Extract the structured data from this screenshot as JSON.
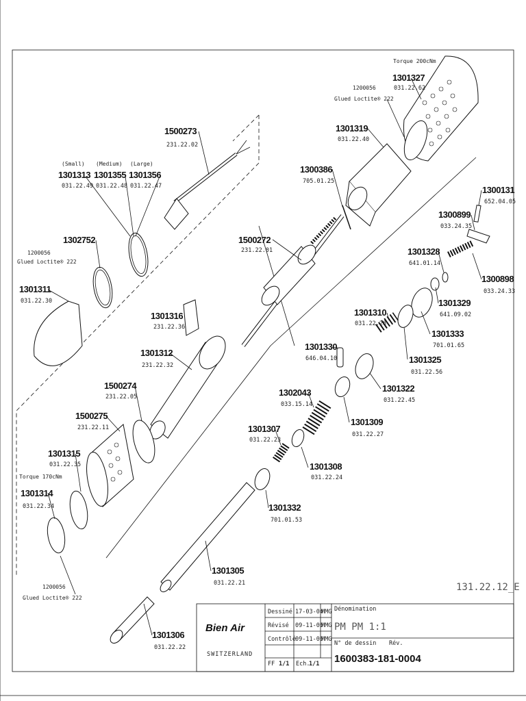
{
  "drawing": {
    "code": "131.22.12_E",
    "parts": [
      {
        "id": "p1500273",
        "number": "1500273",
        "ref": "231.22.02"
      },
      {
        "id": "p1301313",
        "number": "1301313",
        "ref": "031.22.49",
        "size": "(Small)"
      },
      {
        "id": "p1301355",
        "number": "1301355",
        "ref": "031.22.48",
        "size": "(Medium)"
      },
      {
        "id": "p1301356",
        "number": "1301356",
        "ref": "031.22.47",
        "size": "(Large)"
      },
      {
        "id": "p1302752",
        "number": "1302752",
        "ref": ""
      },
      {
        "id": "p1301311",
        "number": "1301311",
        "ref": "031.22.30"
      },
      {
        "id": "p1301327",
        "number": "1301327",
        "ref": "031.22.62"
      },
      {
        "id": "p1301319",
        "number": "1301319",
        "ref": "031.22.40"
      },
      {
        "id": "p1300386",
        "number": "1300386",
        "ref": "705.01.25"
      },
      {
        "id": "p1500272",
        "number": "1500272",
        "ref": "231.22.01"
      },
      {
        "id": "p1300131",
        "number": "1300131",
        "ref": "652.04.05"
      },
      {
        "id": "p1300899",
        "number": "1300899",
        "ref": "033.24.35"
      },
      {
        "id": "p1301328",
        "number": "1301328",
        "ref": "641.01.14"
      },
      {
        "id": "p1300898",
        "number": "1300898",
        "ref": "033.24.33"
      },
      {
        "id": "p1301329",
        "number": "1301329",
        "ref": "641.09.02"
      },
      {
        "id": "p1301316",
        "number": "1301316",
        "ref": "231.22.36"
      },
      {
        "id": "p1301310",
        "number": "1301310",
        "ref": "031.22.28"
      },
      {
        "id": "p1301333",
        "number": "1301333",
        "ref": "701.01.65"
      },
      {
        "id": "p1301312",
        "number": "1301312",
        "ref": "231.22.32"
      },
      {
        "id": "p1301330",
        "number": "1301330",
        "ref": "646.04.10"
      },
      {
        "id": "p1301325",
        "number": "1301325",
        "ref": "031.22.56"
      },
      {
        "id": "p1500274",
        "number": "1500274",
        "ref": "231.22.05"
      },
      {
        "id": "p1301322",
        "number": "1301322",
        "ref": "031.22.45"
      },
      {
        "id": "p1302043",
        "number": "1302043",
        "ref": "033.15.14"
      },
      {
        "id": "p1500275",
        "number": "1500275",
        "ref": "231.22.11"
      },
      {
        "id": "p1301309",
        "number": "1301309",
        "ref": "031.22.27"
      },
      {
        "id": "p1301307",
        "number": "1301307",
        "ref": "031.22.23"
      },
      {
        "id": "p1301315",
        "number": "1301315",
        "ref": "031.22.35"
      },
      {
        "id": "p1301308",
        "number": "1301308",
        "ref": "031.22.24"
      },
      {
        "id": "p1301314",
        "number": "1301314",
        "ref": "031.22.34"
      },
      {
        "id": "p1301332",
        "number": "1301332",
        "ref": "701.01.53"
      },
      {
        "id": "p1301305",
        "number": "1301305",
        "ref": "031.22.21"
      },
      {
        "id": "p1301306",
        "number": "1301306",
        "ref": "031.22.22"
      }
    ],
    "notes": {
      "torque_top": "Torque 200cNm",
      "torque_left": "Torque 170cNm",
      "glue_code": "1200056",
      "glue_text": "Glued Loctite® 222"
    }
  },
  "title_block": {
    "brand": "Bien Air",
    "country": "SWITZERLAND",
    "rows": [
      {
        "label": "Dessiné",
        "date": "17-03-04",
        "initials": "MMG"
      },
      {
        "label": "Révisé",
        "date": "09-11-06",
        "initials": "MMG"
      },
      {
        "label": "Contrôlé",
        "date": "09-11-06",
        "initials": "MMG"
      }
    ],
    "ff_label": "FF",
    "ff_value": "1/1",
    "ech_label": "Ech.",
    "ech_value": "1/1",
    "denomination_label": "Dénomination",
    "denomination_value": "PM PM 1:1",
    "drawing_no_label": "N° de dessin",
    "rev_label": "Rév.",
    "drawing_no_value": "1600383-181-0004"
  }
}
